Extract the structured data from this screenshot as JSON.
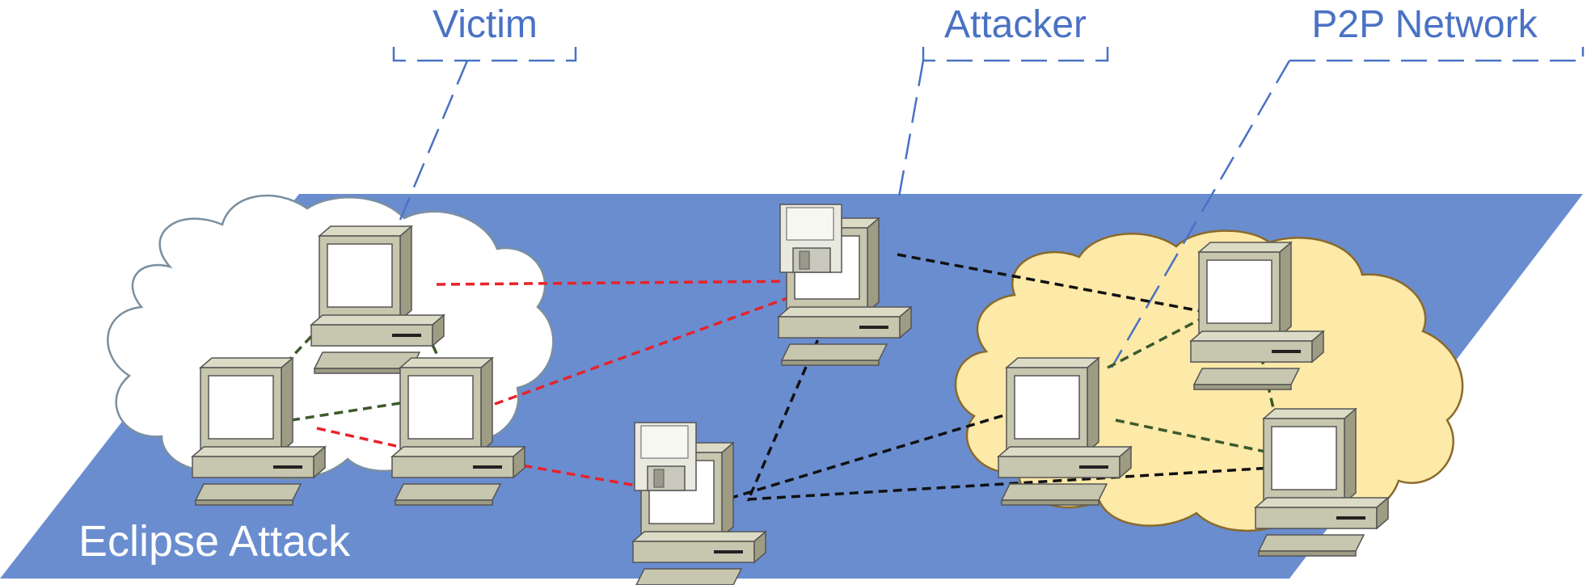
{
  "labels": {
    "victim": "Victim",
    "attacker": "Attacker",
    "p2p_network": "P2P Network",
    "title": "Eclipse Attack"
  },
  "colors": {
    "plane": "#6a8dd0",
    "label_blue": "#4a72c4",
    "victim_cloud": "#ffffff",
    "p2p_cloud": "#fde9a8",
    "link_red": "#e8222a",
    "link_black": "#111111",
    "link_green": "#3c5a2c",
    "computer_body": "#c7c6ae",
    "computer_shadow": "#9e9d84"
  },
  "icons": {
    "computer": "desktop-computer-icon",
    "storage": "floppy-disk-icon"
  }
}
